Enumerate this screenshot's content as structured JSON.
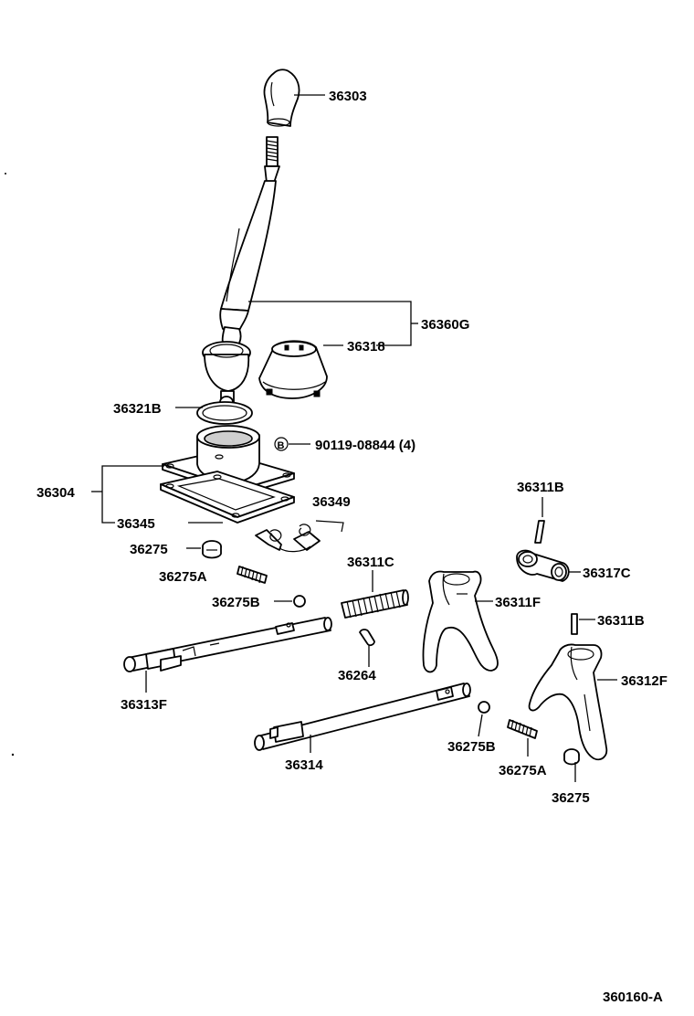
{
  "labels": {
    "knob": "36303",
    "lever_assy": "36360G",
    "boot": "36318",
    "o_ring": "36321B",
    "bolt_symbol": "B",
    "bolt": "90119-08844 (4)",
    "retainer": "36304",
    "gasket": "36345",
    "spring_small": "36349",
    "plug_top": "36275",
    "spring_a_top": "36275A",
    "ball_b_top": "36275B",
    "spring_c": "36311C",
    "shaft_f": "36313F",
    "key": "36264",
    "pin_top": "36311B",
    "head_c": "36317C",
    "fork_f": "36311F",
    "pin_right": "36311B",
    "fork_312f": "36312F",
    "shaft_314": "36314",
    "ball_b_bottom": "36275B",
    "spring_a_bottom": "36275A",
    "plug_bottom": "36275",
    "drawing_code": "360160-A"
  }
}
